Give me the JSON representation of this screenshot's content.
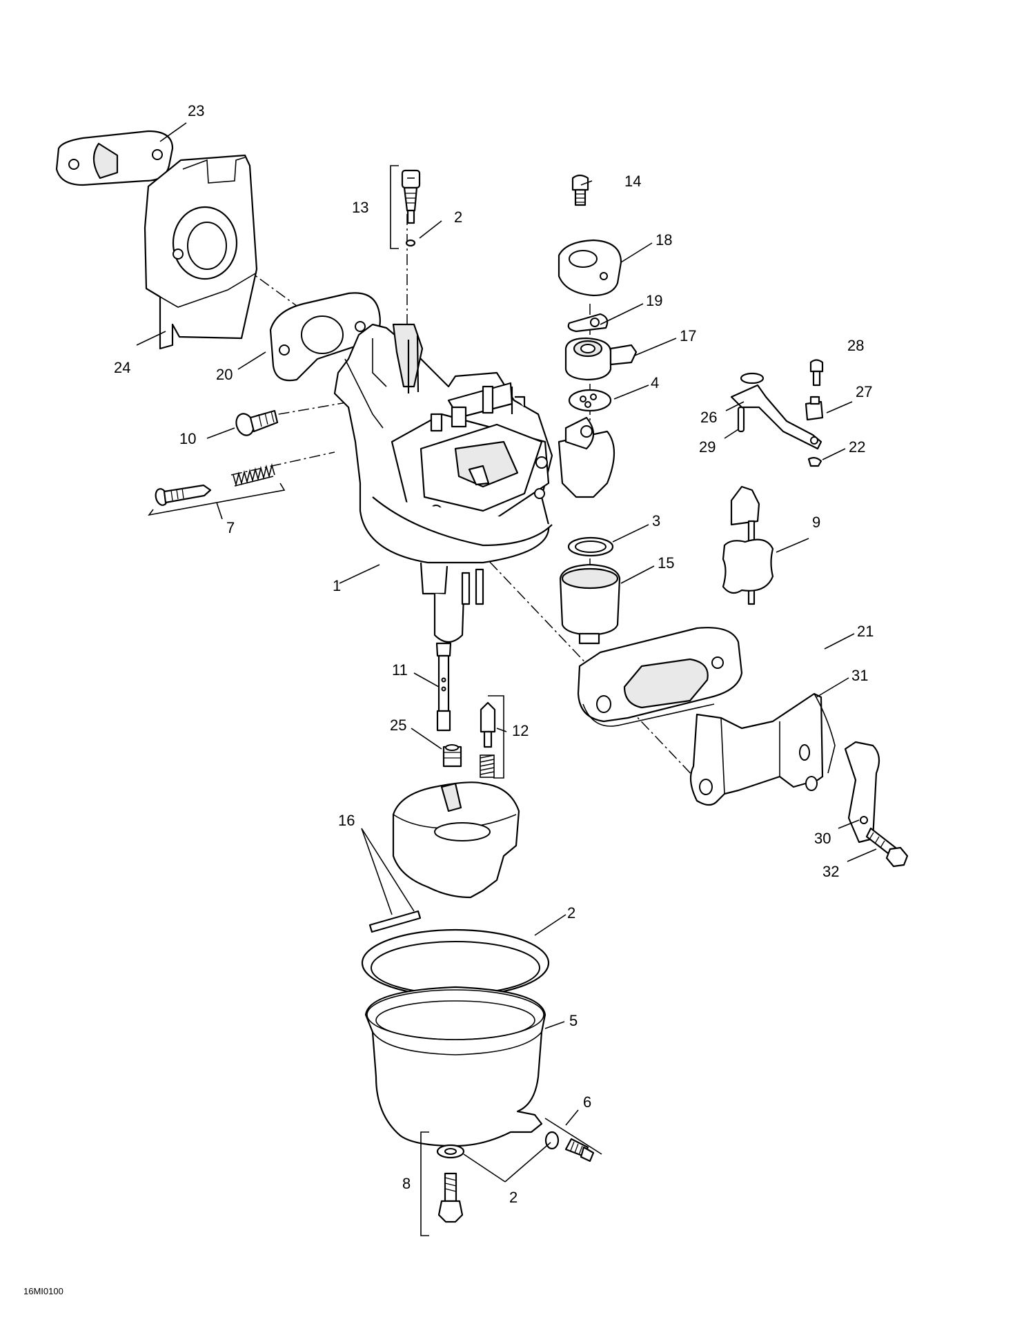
{
  "diagram_code": "16MI0100",
  "callouts": {
    "c1": "1",
    "c2a": "2",
    "c2b": "2",
    "c2c": "2",
    "c3": "3",
    "c4": "4",
    "c5": "5",
    "c6": "6",
    "c7": "7",
    "c8": "8",
    "c9": "9",
    "c10": "10",
    "c11": "11",
    "c12": "12",
    "c13": "13",
    "c14": "14",
    "c15": "15",
    "c16": "16",
    "c17": "17",
    "c18": "18",
    "c19": "19",
    "c20": "20",
    "c21": "21",
    "c22": "22",
    "c23": "23",
    "c24": "24",
    "c25": "25",
    "c26": "26",
    "c27": "27",
    "c28": "28",
    "c29": "29",
    "c30": "30",
    "c31": "31",
    "c32": "32"
  }
}
